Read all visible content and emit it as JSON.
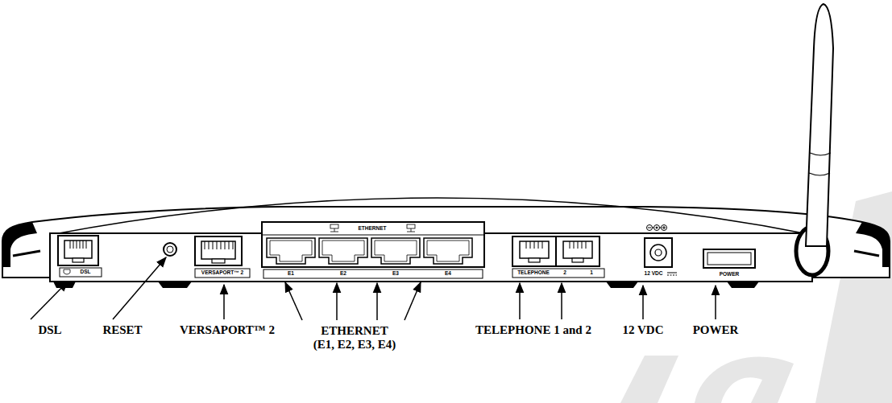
{
  "diagram": {
    "labels": [
      "DSL",
      "VERSAPORT™ 2",
      "ETHERNET",
      "E1",
      "E2",
      "E3",
      "E4",
      "TELEPHONE",
      "2",
      "1",
      "12 VDC",
      "POWER",
      "DSL",
      "RESET",
      "VERSAPORT™ 2",
      "ETHERNET (E1, E2, E3, E4)",
      "TELEPHONE 1 and 2",
      "12 VDC",
      "POWER"
    ]
  }
}
